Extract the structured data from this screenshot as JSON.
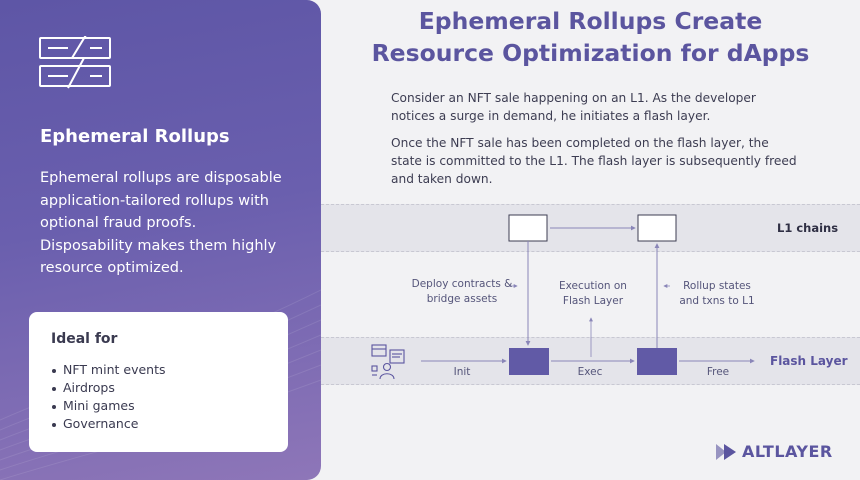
{
  "left": {
    "title": "Ephemeral Rollups",
    "description": "Ephemeral rollups are disposable application-tailored rollups with optional fraud proofs. Disposability makes them highly resource optimized.",
    "ideal_for": {
      "title": "Ideal for",
      "items": [
        "NFT mint events",
        "Airdrops",
        "Mini games",
        "Governance"
      ]
    }
  },
  "main": {
    "title_line1": "Ephemeral Rollups Create",
    "title_line2": "Resource Optimization for dApps",
    "paragraph1": "Consider an NFT sale happening on an L1. As the developer notices a surge in demand, he initiates a flash layer.",
    "paragraph2": "Once the NFT sale has been completed on the flash layer, the state is committed to the L1. The flash layer is subsequently freed and taken down."
  },
  "diagram": {
    "l1_label": "L1 chains",
    "flash_label": "Flash Layer",
    "deploy_label_line1": "Deploy contracts &",
    "deploy_label_line2": "bridge assets",
    "exec_label_line1": "Execution on",
    "exec_label_line2": "Flash Layer",
    "rollup_label_line1": "Rollup states",
    "rollup_label_line2": "and txns to L1",
    "init_label": "Init",
    "exec_label": "Exec",
    "free_label": "Free"
  },
  "brand": {
    "name": "ALTLAYER",
    "icon": "altlayer-logo-icon"
  },
  "colors": {
    "accent": "#5b559f",
    "panel_gradient_start": "#5e56a6",
    "panel_gradient_end": "#8e76b8",
    "block_fill": "#615aa6",
    "band": "#e4e4ea",
    "background": "#f2f2f4"
  }
}
